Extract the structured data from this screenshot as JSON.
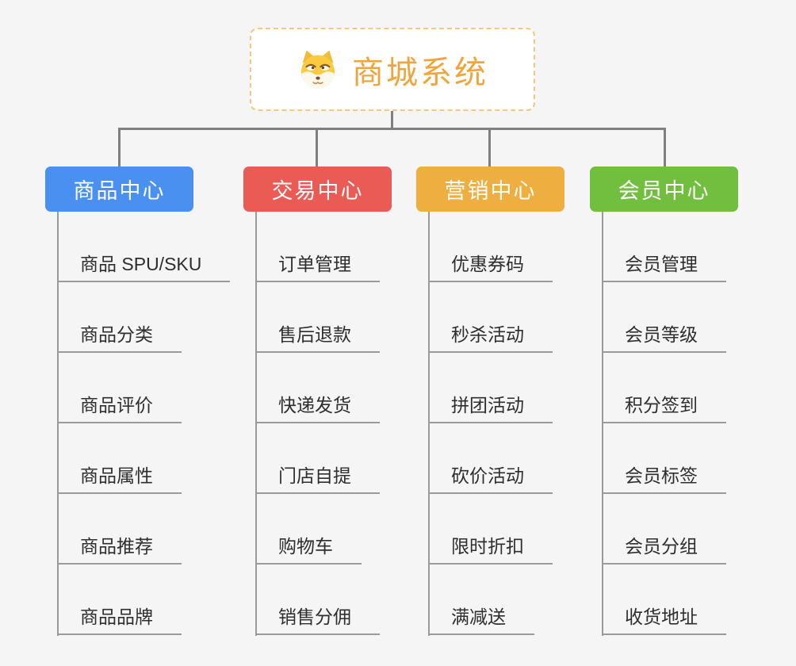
{
  "root": {
    "title": "商城系统",
    "icon": "shiba-dog-icon"
  },
  "colors": {
    "background": "#f5f5f6",
    "root_border": "#f6c77c",
    "root_text": "#f0a53c",
    "connector": "#7f7f7f",
    "item_line": "#9a9a9a",
    "item_text": "#2e2e2e",
    "branch_product": "#4a90f0",
    "branch_trade": "#ea5b55",
    "branch_marketing": "#efae40",
    "branch_member": "#72bf40"
  },
  "branches": [
    {
      "label": "商品中心",
      "color": "#4a90f0",
      "items": [
        "商品 SPU/SKU",
        "商品分类",
        "商品评价",
        "商品属性",
        "商品推荐",
        "商品品牌"
      ]
    },
    {
      "label": "交易中心",
      "color": "#ea5b55",
      "items": [
        "订单管理",
        "售后退款",
        "快递发货",
        "门店自提",
        "购物车",
        "销售分佣"
      ]
    },
    {
      "label": "营销中心",
      "color": "#efae40",
      "items": [
        "优惠券码",
        "秒杀活动",
        "拼团活动",
        "砍价活动",
        "限时折扣",
        "满减送"
      ]
    },
    {
      "label": "会员中心",
      "color": "#72bf40",
      "items": [
        "会员管理",
        "会员等级",
        "积分签到",
        "会员标签",
        "会员分组",
        "收货地址"
      ]
    }
  ]
}
